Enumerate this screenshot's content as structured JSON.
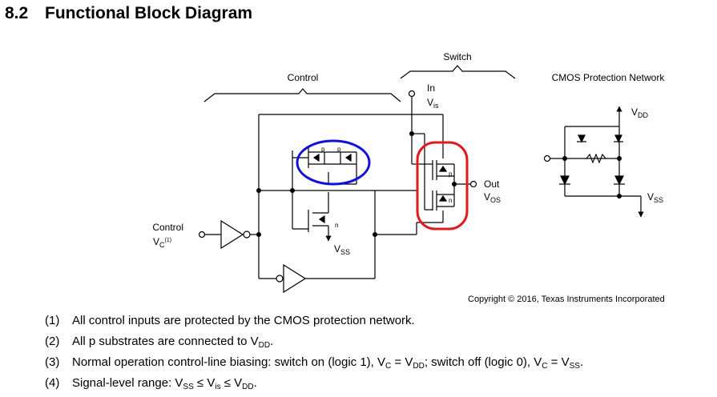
{
  "heading": {
    "number": "8.2",
    "title": "Functional Block Diagram"
  },
  "diagram": {
    "label_switch": "Switch",
    "label_control": "Control",
    "label_cmos": "CMOS Protection Network",
    "in_label": "In",
    "vis_main": "V",
    "vis_sub": "is",
    "out_label": "Out",
    "vos_main": "V",
    "vos_sub": "OS",
    "control_label": "Control",
    "vc_main": "V",
    "vc_sub": "C",
    "vc_note": "(1)",
    "vss_main": "V",
    "vss_sub": "SS",
    "vdd_main": "V",
    "vdd_sub": "DD",
    "mos_p": "p",
    "mos_n": "n",
    "highlight_colors": {
      "blue": "#1010d8",
      "red": "#e21a1a"
    }
  },
  "copyright": "Copyright © 2016, Texas Instruments Incorporated",
  "notes": [
    {
      "idx": "(1)",
      "text": "All control inputs are protected by the CMOS protection network."
    },
    {
      "idx": "(2)",
      "pre": "All p substrates are connected to V",
      "s1": "DD",
      "post": "."
    },
    {
      "idx": "(3)",
      "pre": "Normal operation control-line biasing: switch on (logic 1), V",
      "s1": "C",
      "m1": " = V",
      "s2": "DD",
      "m2": "; switch off (logic 0), V",
      "s3": "C",
      "m3": " = V",
      "s4": "SS",
      "post": "."
    },
    {
      "idx": "(4)",
      "pre": "Signal-level range: V",
      "s1": "SS",
      "m1": " ≤ V",
      "s2": "is",
      "m2": " ≤ V",
      "s3": "DD",
      "post": "."
    }
  ]
}
